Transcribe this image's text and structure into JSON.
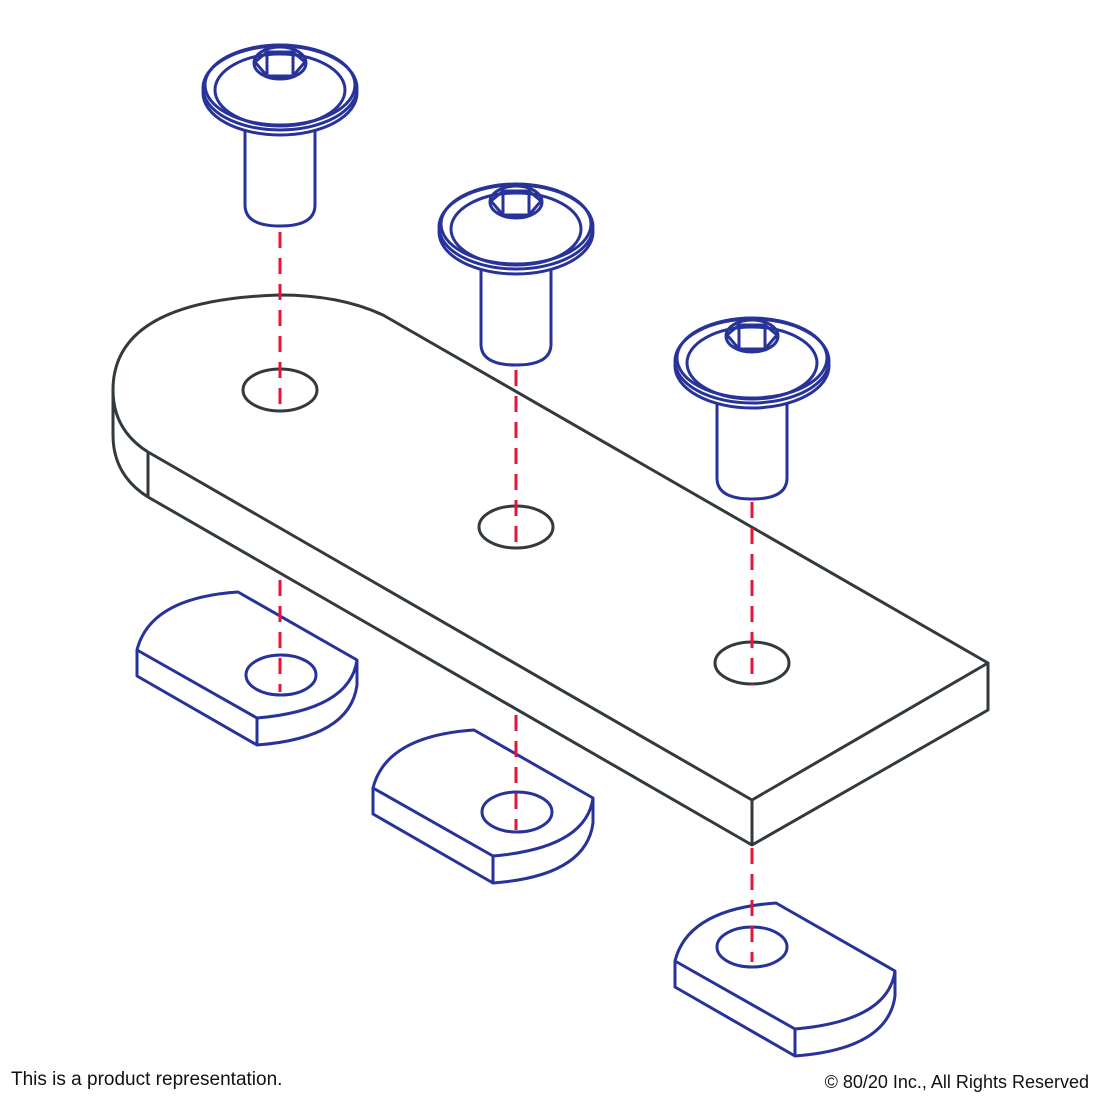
{
  "diagram": {
    "parts": [
      "plate",
      "button-head-screw",
      "button-head-screw",
      "button-head-screw",
      "t-nut",
      "t-nut",
      "t-nut"
    ],
    "colors": {
      "plate": "#333a3d",
      "hardware": "#28339a",
      "assembly_axis": "#e3163a"
    }
  },
  "footer": {
    "disclaimer": "This is a product representation.",
    "copyright": "© 80/20 Inc., All Rights Reserved"
  }
}
